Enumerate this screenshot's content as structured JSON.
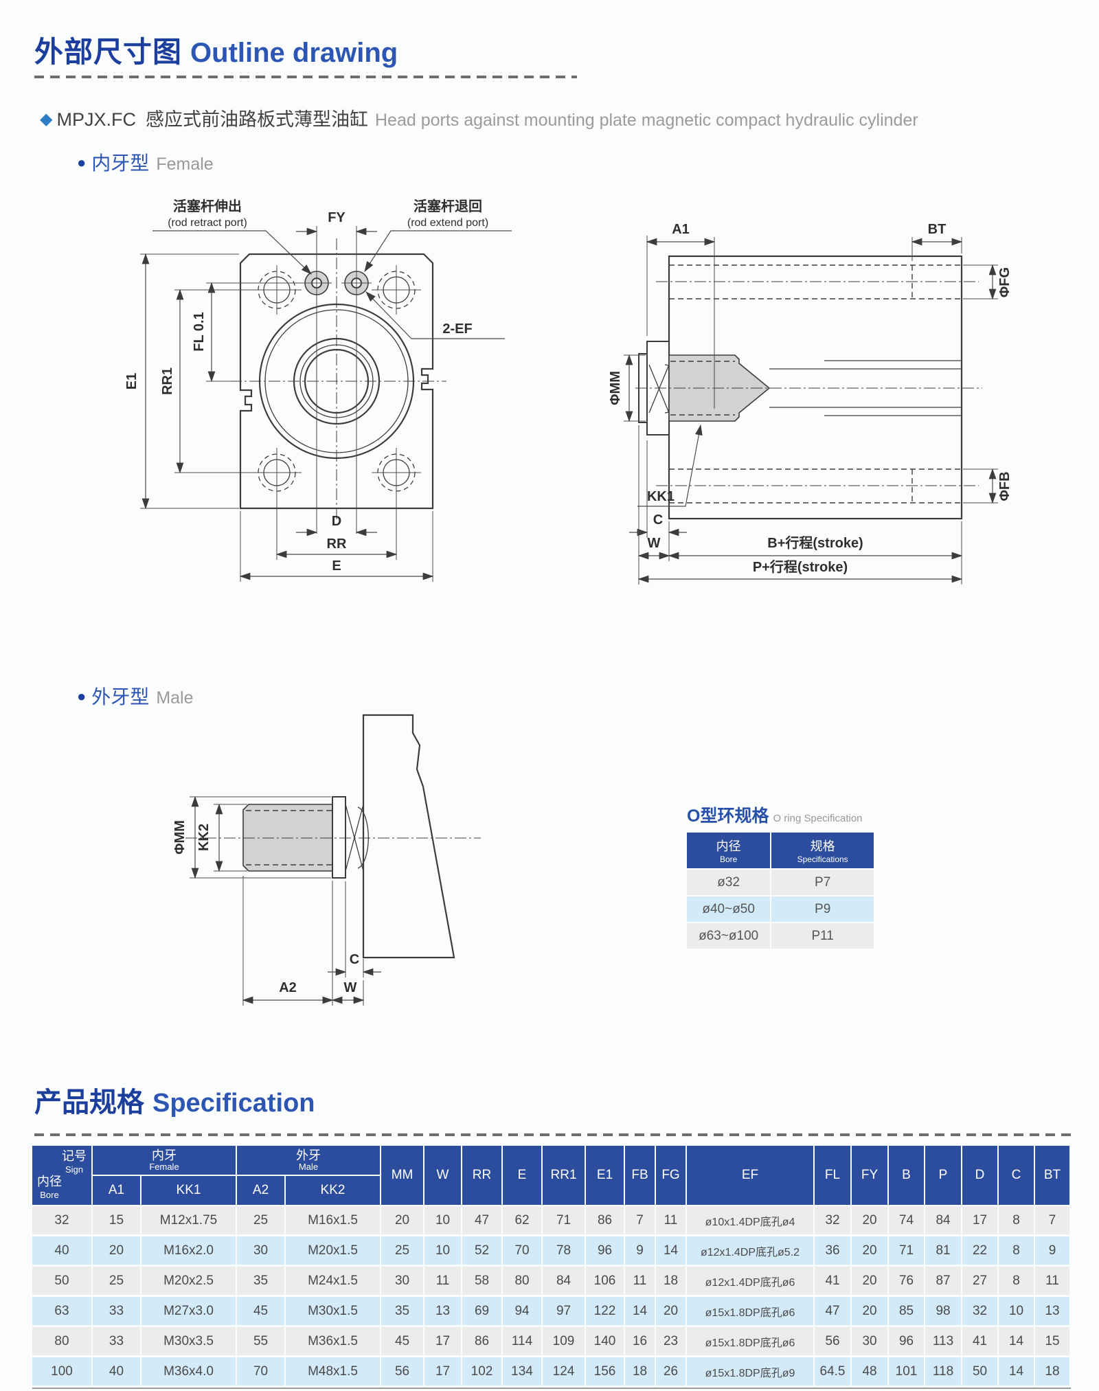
{
  "colors": {
    "primary_blue": "#1c3f9e",
    "accent_blue": "#2c55b4",
    "diamond_blue": "#2e7cc4",
    "table_header_blue": "#2c4d9d",
    "row_gray": "#ececec",
    "row_blue": "#d3eaf8",
    "drawing_line": "#3c3c3c",
    "thread_fill_gray": "#d2d2d2",
    "text_gray": "#4a4a4a",
    "muted_gray": "#9b9b9b"
  },
  "header": {
    "title_zh": "外部尺寸图",
    "title_en": "Outline drawing"
  },
  "product": {
    "bullet": "◆",
    "model": "MPJX.FC",
    "name_zh": "感应式前油路板式薄型油缸",
    "name_en": "Head ports against mounting plate magnetic compact hydraulic cylinder"
  },
  "sections": {
    "bullet": "●",
    "female_zh": "内牙型",
    "female_en": "Female",
    "male_zh": "外牙型",
    "male_en": "Male"
  },
  "front_view": {
    "rod_retract_zh": "活塞杆伸出",
    "rod_retract_en": "(rod retract port)",
    "rod_extend_zh": "活塞杆退回",
    "rod_extend_en": "(rod extend port)",
    "fy": "FY",
    "e1": "E1",
    "rr1": "RR1",
    "fl": "FL 0.1",
    "ef": "2-EF",
    "d": "D",
    "rr": "RR",
    "e": "E"
  },
  "side_view": {
    "a1": "A1",
    "bt": "BT",
    "fg": "ΦFG",
    "mm": "ΦMM",
    "kk1": "KK1",
    "fb": "ΦFB",
    "c": "C",
    "w": "W",
    "b_stroke": "B+行程(stroke)",
    "p_stroke": "P+行程(stroke)"
  },
  "male_view": {
    "mm": "ΦMM",
    "kk2": "KK2",
    "c": "C",
    "w": "W",
    "a2": "A2"
  },
  "oring": {
    "title_zh": "O型环规格",
    "title_en": "O ring Specification",
    "header": {
      "bore_zh": "内径",
      "bore_en": "Bore",
      "spec_zh": "规格",
      "spec_en": "Specifications"
    },
    "rows": [
      [
        "ø32",
        "P7"
      ],
      [
        "ø40~ø50",
        "P9"
      ],
      [
        "ø63~ø100",
        "P11"
      ]
    ]
  },
  "spec": {
    "title_zh": "产品规格",
    "title_en": "Specification",
    "header": {
      "sign_zh": "记号",
      "sign_en": "Sign",
      "bore_zh": "内径",
      "bore_en": "Bore",
      "female_zh": "内牙",
      "female_en": "Female",
      "male_zh": "外牙",
      "male_en": "Male",
      "a1": "A1",
      "kk1": "KK1",
      "a2": "A2",
      "kk2": "KK2",
      "rest": [
        "MM",
        "W",
        "RR",
        "E",
        "RR1",
        "E1",
        "FB",
        "FG",
        "EF",
        "FL",
        "FY",
        "B",
        "P",
        "D",
        "C",
        "BT"
      ]
    },
    "rows": [
      [
        "32",
        "15",
        "M12x1.75",
        "25",
        "M16x1.5",
        "20",
        "10",
        "47",
        "62",
        "71",
        "86",
        "7",
        "11",
        "ø10x1.4DP底孔ø4",
        "32",
        "20",
        "74",
        "84",
        "17",
        "8",
        "7"
      ],
      [
        "40",
        "20",
        "M16x2.0",
        "30",
        "M20x1.5",
        "25",
        "10",
        "52",
        "70",
        "78",
        "96",
        "9",
        "14",
        "ø12x1.4DP底孔ø5.2",
        "36",
        "20",
        "71",
        "81",
        "22",
        "8",
        "9"
      ],
      [
        "50",
        "25",
        "M20x2.5",
        "35",
        "M24x1.5",
        "30",
        "11",
        "58",
        "80",
        "84",
        "106",
        "11",
        "18",
        "ø12x1.4DP底孔ø6",
        "41",
        "20",
        "76",
        "87",
        "27",
        "8",
        "11"
      ],
      [
        "63",
        "33",
        "M27x3.0",
        "45",
        "M30x1.5",
        "35",
        "13",
        "69",
        "94",
        "97",
        "122",
        "14",
        "20",
        "ø15x1.8DP底孔ø6",
        "47",
        "20",
        "85",
        "98",
        "32",
        "10",
        "13"
      ],
      [
        "80",
        "33",
        "M30x3.5",
        "55",
        "M36x1.5",
        "45",
        "17",
        "86",
        "114",
        "109",
        "140",
        "16",
        "23",
        "ø15x1.8DP底孔ø6",
        "56",
        "30",
        "96",
        "113",
        "41",
        "14",
        "15"
      ],
      [
        "100",
        "40",
        "M36x4.0",
        "70",
        "M48x1.5",
        "56",
        "17",
        "102",
        "134",
        "124",
        "156",
        "18",
        "26",
        "ø15x1.8DP底孔ø9",
        "64.5",
        "48",
        "101",
        "118",
        "50",
        "14",
        "18"
      ]
    ]
  }
}
